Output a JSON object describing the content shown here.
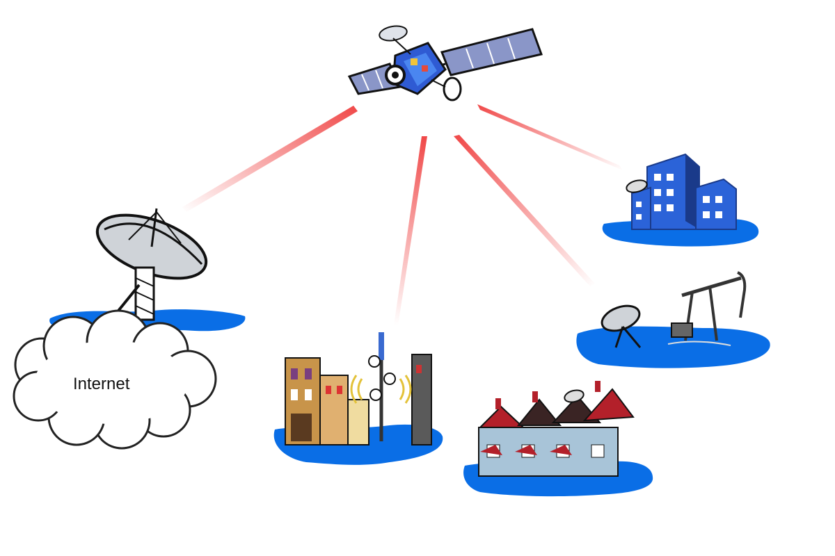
{
  "diagram": {
    "labels": {
      "internet": "Internet"
    },
    "nodes": [
      {
        "id": "satellite",
        "icon": "satellite-icon"
      },
      {
        "id": "ground-station",
        "icon": "satellite-dish-icon"
      },
      {
        "id": "internet",
        "icon": "cloud-icon"
      },
      {
        "id": "town-tower",
        "icon": "cell-tower-icon"
      },
      {
        "id": "houses",
        "icon": "houses-icon"
      },
      {
        "id": "oil-field",
        "icon": "oil-pump-icon"
      },
      {
        "id": "office",
        "icon": "office-building-icon"
      }
    ],
    "links": [
      {
        "from": "satellite",
        "to": "ground-station"
      },
      {
        "from": "satellite",
        "to": "town-tower"
      },
      {
        "from": "satellite",
        "to": "oil-field"
      },
      {
        "from": "satellite",
        "to": "office"
      }
    ],
    "colors": {
      "beam": "#f04848",
      "water": "#0a6ee6",
      "building_blue": "#2b63d8",
      "roof_red": "#b3202a",
      "house_wall": "#a8c4d8",
      "cloud_outline": "#222222"
    }
  }
}
